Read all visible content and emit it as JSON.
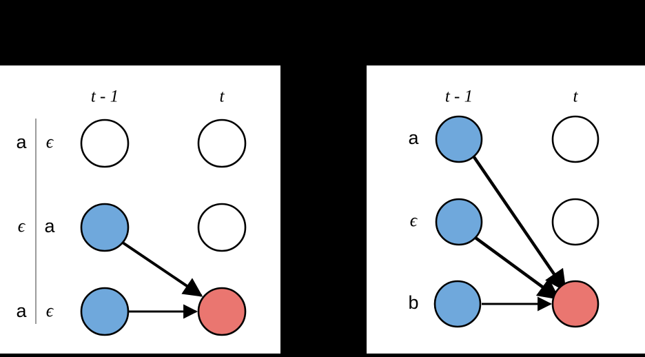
{
  "figure": {
    "background_color": "#000000",
    "panel_background": "#ffffff",
    "node_fill_active": "#6fa8dc",
    "node_fill_target": "#ea7670",
    "node_fill_empty": "#ffffff",
    "node_stroke": "#000000",
    "divider_color": "#9b9b9b"
  },
  "panels": [
    {
      "id": "left",
      "name": "panel-left",
      "columns": [
        {
          "id": "prev",
          "label": "t - 1"
        },
        {
          "id": "curr",
          "label": "t"
        }
      ],
      "has_divider": true,
      "rows": [
        {
          "index": 0,
          "label_left": "a",
          "label_right": "ϵ",
          "label_left_style": "sans",
          "label_right_style": "eps",
          "prev_state": "empty",
          "curr_state": "empty"
        },
        {
          "index": 1,
          "label_left": "ϵ",
          "label_right": "a",
          "label_left_style": "eps",
          "label_right_style": "sans",
          "prev_state": "active",
          "curr_state": "empty"
        },
        {
          "index": 2,
          "label_left": "a",
          "label_right": "ϵ",
          "label_left_style": "sans",
          "label_right_style": "eps",
          "prev_state": "active",
          "curr_state": "target"
        }
      ],
      "edges": [
        {
          "from_row": 1,
          "to_row": 2,
          "kind": "diagonal"
        },
        {
          "from_row": 2,
          "to_row": 2,
          "kind": "horizontal"
        }
      ]
    },
    {
      "id": "right",
      "name": "panel-right",
      "columns": [
        {
          "id": "prev",
          "label": "t - 1"
        },
        {
          "id": "curr",
          "label": "t"
        }
      ],
      "has_divider": false,
      "rows": [
        {
          "index": 0,
          "label_left": "a",
          "label_right": "",
          "label_left_style": "sans",
          "label_right_style": "sans",
          "prev_state": "active",
          "curr_state": "empty"
        },
        {
          "index": 1,
          "label_left": "ϵ",
          "label_right": "",
          "label_left_style": "eps",
          "label_right_style": "sans",
          "prev_state": "active",
          "curr_state": "empty"
        },
        {
          "index": 2,
          "label_left": "b",
          "label_right": "",
          "label_left_style": "sans",
          "label_right_style": "sans",
          "prev_state": "active",
          "curr_state": "target"
        }
      ],
      "edges": [
        {
          "from_row": 0,
          "to_row": 2,
          "kind": "diagonal"
        },
        {
          "from_row": 1,
          "to_row": 2,
          "kind": "diagonal"
        },
        {
          "from_row": 2,
          "to_row": 2,
          "kind": "horizontal"
        }
      ]
    }
  ]
}
